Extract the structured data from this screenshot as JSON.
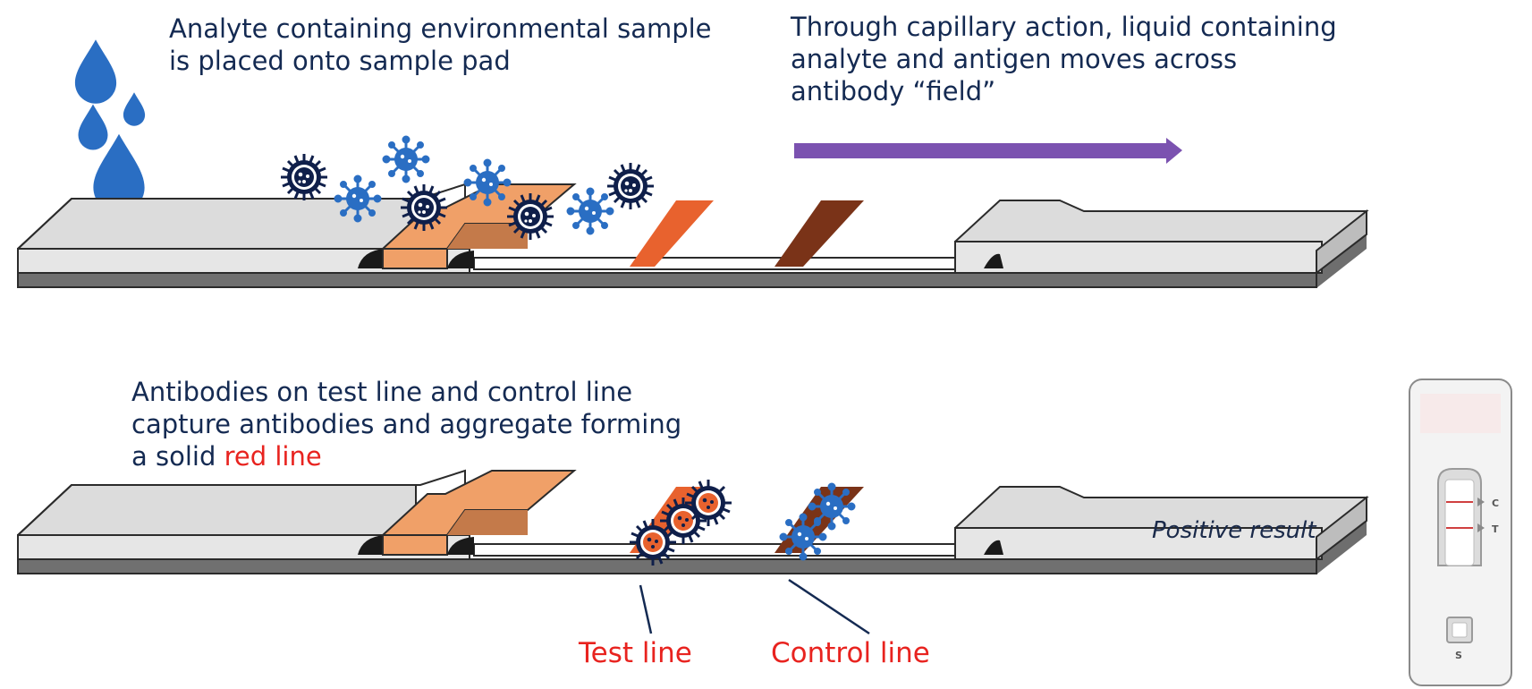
{
  "captions": {
    "top_left": "Analyte containing environmental sample\nis placed onto sample pad",
    "top_right": "Through capillary action, liquid containing\nanalyte and antigen moves across\nantibody  “field”",
    "bottom_main": "Antibodies on test line and control line\ncapture antibodies and aggregate forming\na solid ",
    "bottom_red": "red line"
  },
  "labels": {
    "test_line": "Test line",
    "control_line": "Control line",
    "positive_result": "Positive result"
  },
  "cassette": {
    "control_mark": "C",
    "test_mark": "T",
    "sample_mark": "S"
  },
  "colors": {
    "text_dark": "#142a52",
    "highlight_red": "#e8231f",
    "strip_gray": "#d9d9d9",
    "conjugate_pad": "#f0a068",
    "test_line": "#e8622e",
    "control_line": "#7a3318",
    "arrow": "#7b52b0",
    "droplet": "#2a6ec3",
    "virus_dark": "#0f1f4a",
    "virus_blue": "#2a6ec3"
  },
  "icons": [
    "water-droplet-icon",
    "virus-dark-icon",
    "virus-blue-icon",
    "flow-arrow-icon"
  ]
}
